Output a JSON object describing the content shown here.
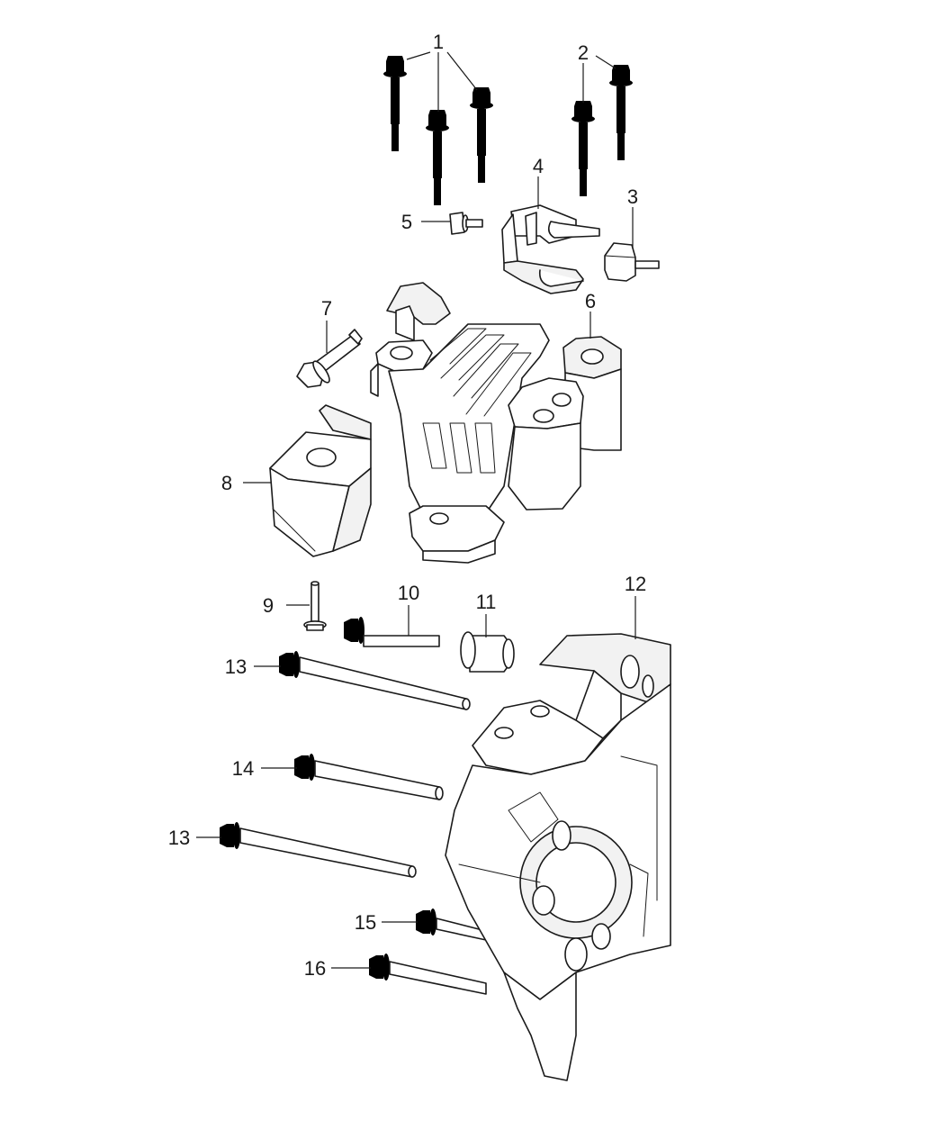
{
  "callouts": [
    {
      "id": "c1",
      "label": "1"
    },
    {
      "id": "c2",
      "label": "2"
    },
    {
      "id": "c3",
      "label": "3"
    },
    {
      "id": "c4",
      "label": "4"
    },
    {
      "id": "c5",
      "label": "5"
    },
    {
      "id": "c6",
      "label": "6"
    },
    {
      "id": "c7",
      "label": "7"
    },
    {
      "id": "c8",
      "label": "8"
    },
    {
      "id": "c9",
      "label": "9"
    },
    {
      "id": "c10",
      "label": "10"
    },
    {
      "id": "c11",
      "label": "11"
    },
    {
      "id": "c12",
      "label": "12"
    },
    {
      "id": "c13a",
      "label": "13"
    },
    {
      "id": "c14",
      "label": "14"
    },
    {
      "id": "c13b",
      "label": "13"
    },
    {
      "id": "c15",
      "label": "15"
    },
    {
      "id": "c16",
      "label": "16"
    }
  ]
}
